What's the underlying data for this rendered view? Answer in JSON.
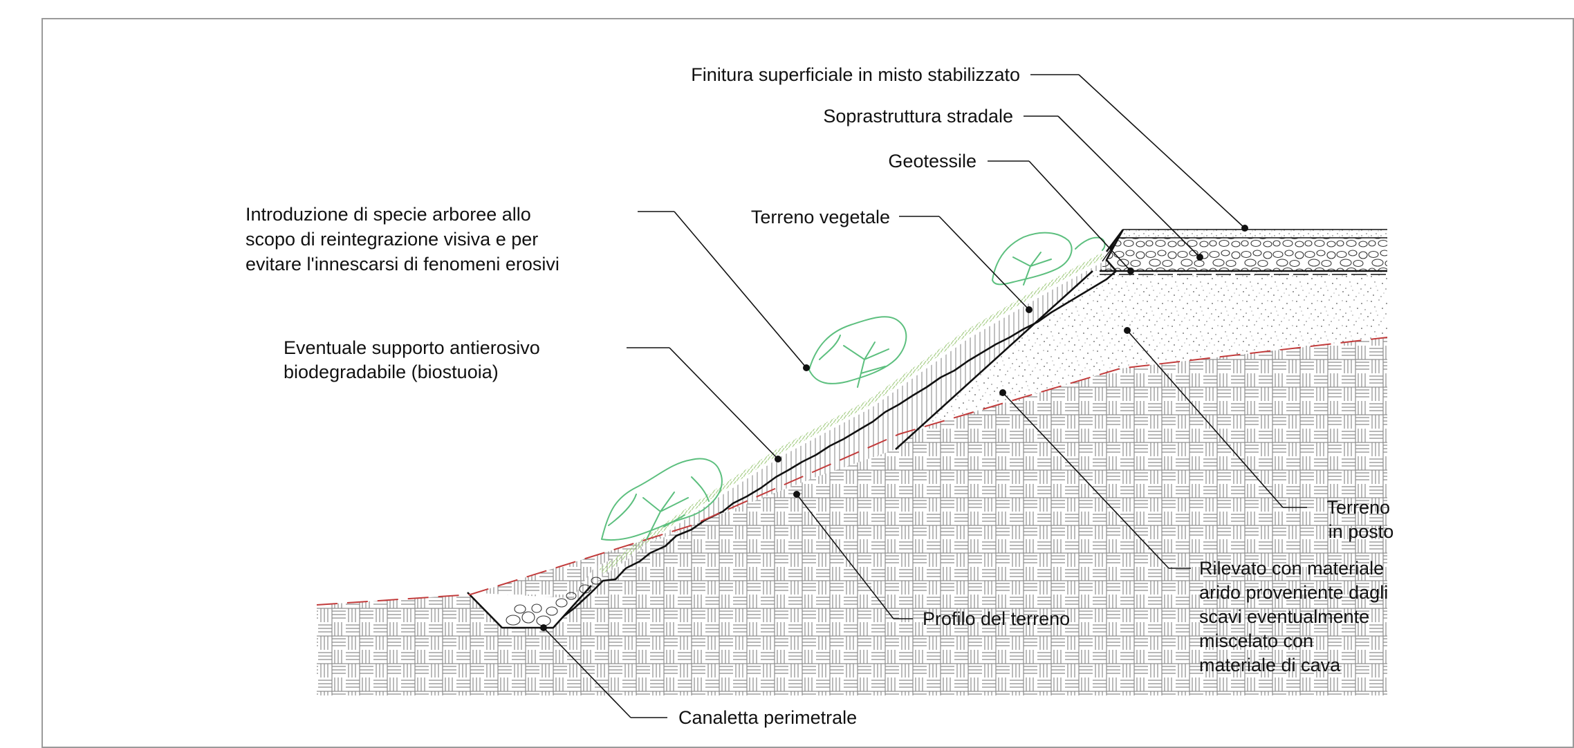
{
  "colors": {
    "background": "#ffffff",
    "frame": "#9a9a9a",
    "line": "#111111",
    "hatch": "#8c8c8c",
    "vegetation": "#5cbf7e",
    "grass": "#a9cf8a",
    "ground_profile": "#c23b3b"
  },
  "labels": {
    "finitura": "Finitura superficiale in misto stabilizzato",
    "soprastruttura": "Soprastruttura stradale",
    "geotessile": "Geotessile",
    "terreno_vegetale": "Terreno vegetale",
    "specie_arboree": [
      "Introduzione di specie arboree allo",
      "scopo di reintegrazione visiva e per",
      "evitare l'innescarsi di fenomeni erosivi"
    ],
    "supporto_antierosivo": [
      "Eventuale supporto antierosivo",
      "biodegradabile (biostuoia)"
    ],
    "terreno_in_posto": [
      "Terreno",
      "in posto"
    ],
    "rilevato": [
      "Rilevato con materiale",
      "arido proveniente dagli",
      "scavi eventualmente",
      "miscelato con",
      "materiale di cava"
    ],
    "profilo_terreno": "Profilo del terreno",
    "canaletta": "Canaletta perimetrale"
  }
}
